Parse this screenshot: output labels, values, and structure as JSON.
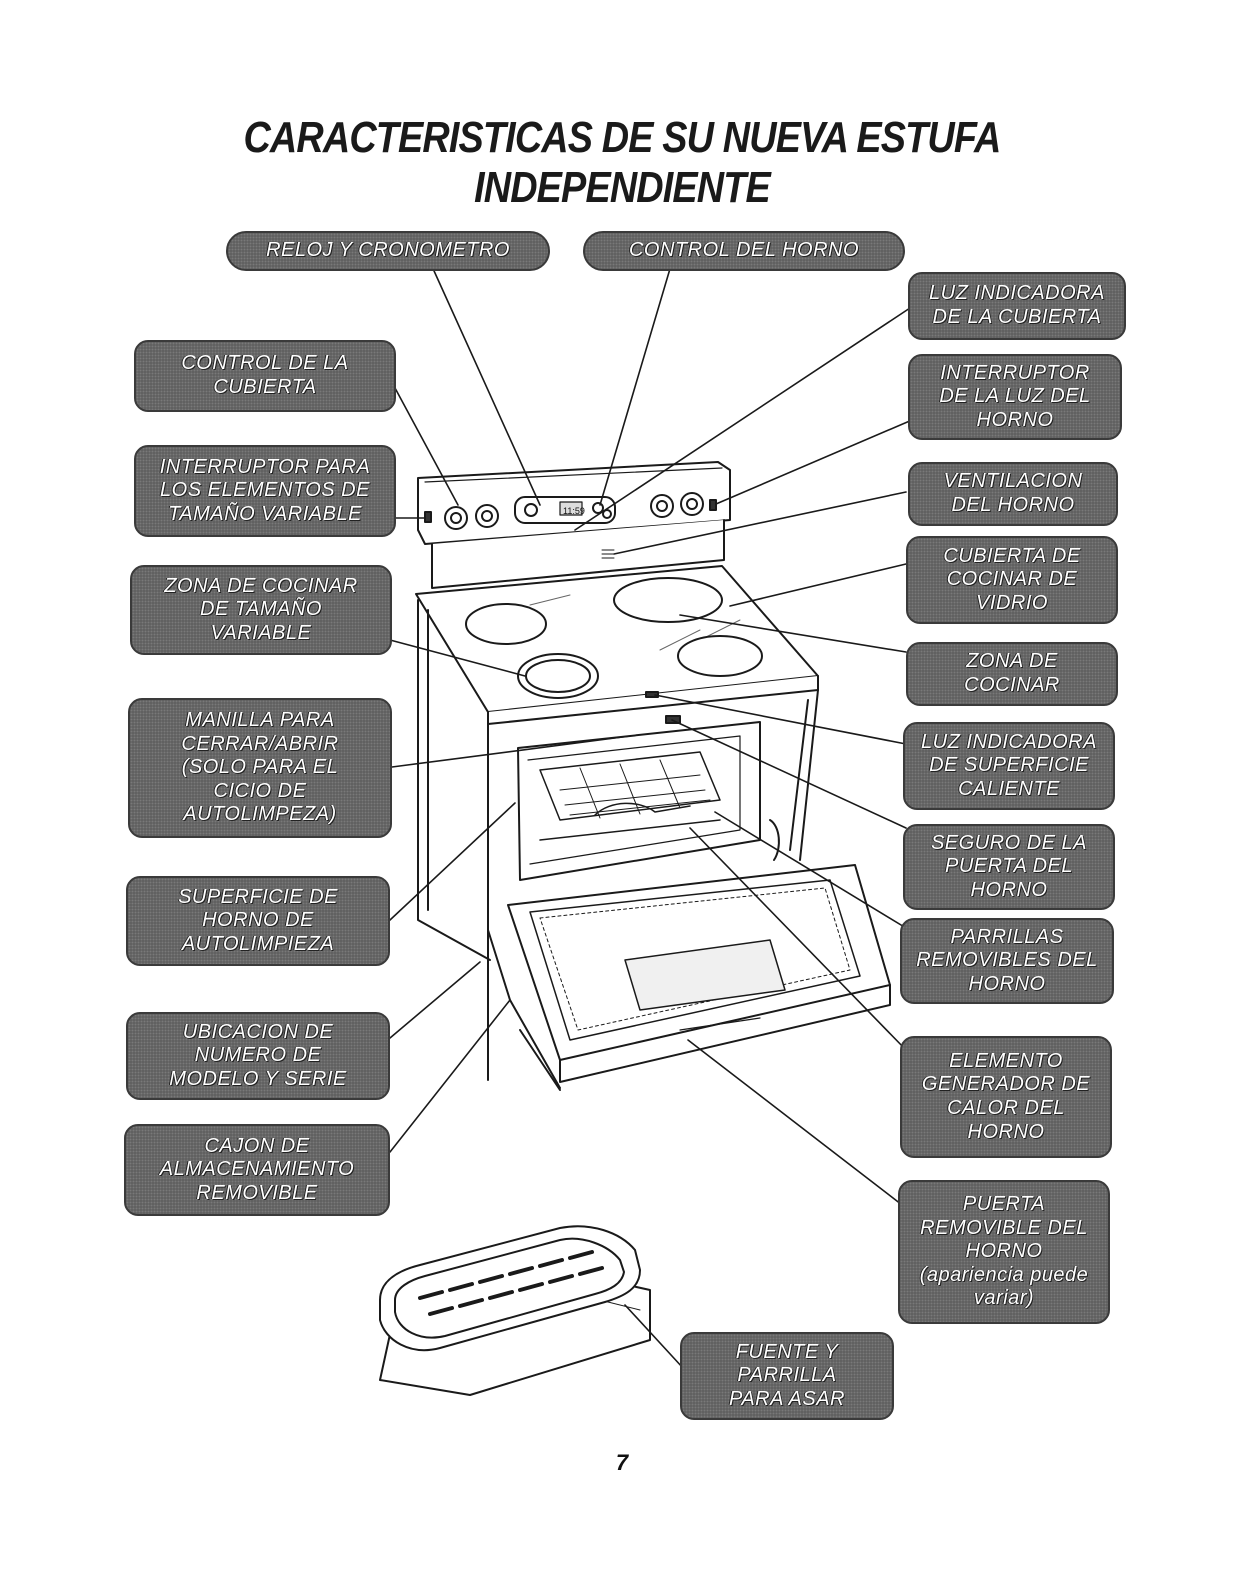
{
  "title": {
    "line1": "CARACTERISTICAS DE SU NUEVA ESTUFA",
    "line2": "INDEPENDIENTE"
  },
  "callouts": {
    "reloj_cronometro": [
      "RELOJ Y CRONOMETRO"
    ],
    "control_horno": [
      "CONTROL DEL HORNO"
    ],
    "luz_indicadora_cubierta": [
      "LUZ INDICADORA",
      "DE LA CUBIERTA"
    ],
    "control_cubierta": [
      "CONTROL DE LA",
      "CUBIERTA"
    ],
    "interruptor_luz_horno": [
      "INTERRUPTOR",
      "DE LA LUZ DEL",
      "HORNO"
    ],
    "interruptor_elementos": [
      "INTERRUPTOR PARA",
      "LOS ELEMENTOS DE",
      "TAMAÑO VARIABLE"
    ],
    "ventilacion_horno": [
      "VENTILACION",
      "DEL HORNO"
    ],
    "cubierta_vidrio": [
      "CUBIERTA DE",
      "COCINAR DE",
      "VIDRIO"
    ],
    "zona_tamano_variable": [
      "ZONA DE COCINAR",
      "DE TAMAÑO",
      "VARIABLE"
    ],
    "zona_cocinar": [
      "ZONA DE",
      "COCINAR"
    ],
    "manilla": [
      "MANILLA PARA",
      "CERRAR/ABRIR",
      "(SOLO PARA EL",
      "CICIO DE",
      "AUTOLIMPEZA)"
    ],
    "luz_superficie_caliente": [
      "LUZ INDICADORA",
      "DE SUPERFICIE",
      "CALIENTE"
    ],
    "seguro_puerta": [
      "SEGURO DE LA",
      "PUERTA DEL",
      "HORNO"
    ],
    "superficie_autolimpieza": [
      "SUPERFICIE DE",
      "HORNO DE",
      "AUTOLIMPIEZA"
    ],
    "parrillas_removibles": [
      "PARRILLAS",
      "REMOVIBLES DEL",
      "HORNO"
    ],
    "ubicacion_modelo": [
      "UBICACION DE",
      "NUMERO DE",
      "MODELO Y SERIE"
    ],
    "elemento_generador": [
      "ELEMENTO",
      "GENERADOR DE",
      "CALOR DEL",
      "HORNO"
    ],
    "cajon_almacenamiento": [
      "CAJON DE",
      "ALMACENAMIENTO",
      "REMOVIBLE"
    ],
    "puerta_removible": [
      "PUERTA",
      "REMOVIBLE DEL",
      "HORNO",
      "(apariencia puede",
      "variar)"
    ],
    "fuente_parrilla": [
      "FUENTE Y",
      "PARRILLA",
      "PARA ASAR"
    ]
  },
  "display_reading": "11:59",
  "page_number": "7"
}
